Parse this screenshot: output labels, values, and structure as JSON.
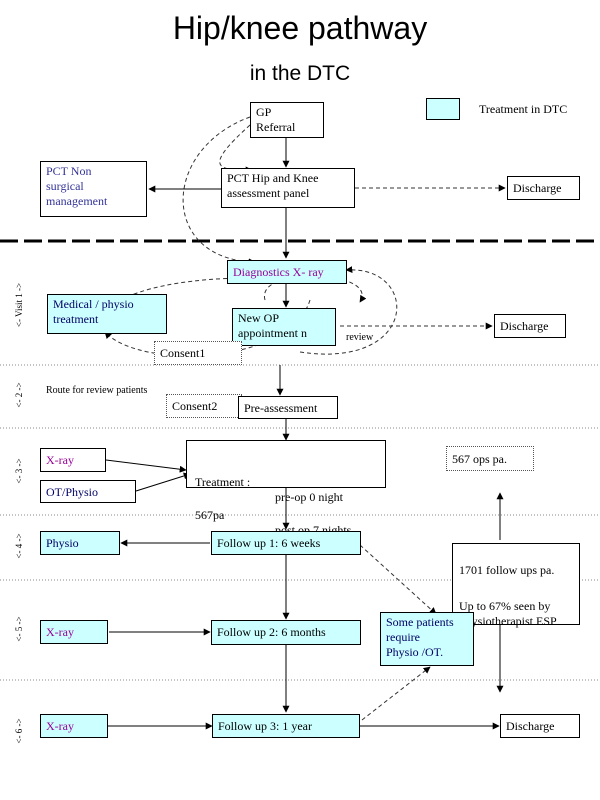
{
  "title": "Hip/knee pathway",
  "subtitle": "in the DTC",
  "legend": {
    "label": "Treatment in DTC",
    "color": "#ccffff"
  },
  "boxes": {
    "gp_referral": "GP\nReferral",
    "pct_non_surgical": "PCT Non\nsurgical\nmanagement",
    "pct_panel": "PCT Hip and Knee\nassessment panel",
    "discharge_1": "Discharge",
    "diagnostics": "Diagnostics X- ray",
    "medical_physio": "Medical / physio\ntreatment",
    "new_op": "New OP\nappointment n",
    "discharge_2": "Discharge",
    "consent1": "Consent1",
    "consent2": "Consent2",
    "pre_assessment": "Pre-assessment",
    "xray_1": "X-ray",
    "ot_physio": "OT/Physio",
    "treatment_line1_left": "Treatment :",
    "treatment_line1_right": "pre-op 0 night",
    "treatment_line2_left": "567pa",
    "treatment_line2_right": "post op 7 nights",
    "ops_pa": "567 ops  pa.",
    "physio": "Physio",
    "follow_up_1": "Follow up 1: 6 weeks",
    "follow_ups_pa": "1701 follow ups pa.",
    "up_to_67": "Up to 67% seen by\nPhysiotherapist ESP",
    "xray_2": "X-ray",
    "follow_up_2": "Follow up 2: 6 months",
    "some_patients": "Some patients\nrequire\nPhysio /OT.",
    "xray_3": "X-ray",
    "follow_up_3": "Follow up 3: 1 year",
    "discharge_3": "Discharge"
  },
  "labels": {
    "review": "review",
    "route_review": "Route for review patients"
  },
  "visits": [
    "<- Visit 1 ->",
    "<-  2  ->",
    "<-  3  ->",
    "<-  4  ->",
    "<-  5  ->",
    "<-  6  ->"
  ]
}
